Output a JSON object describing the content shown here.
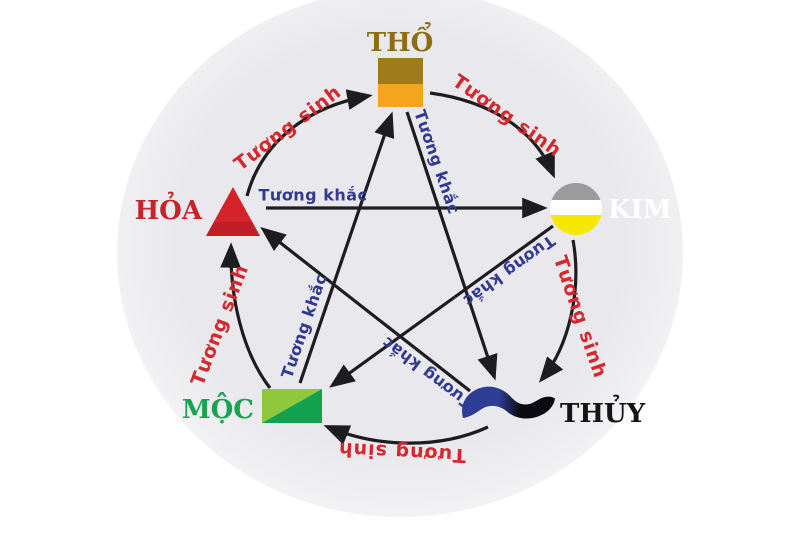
{
  "style": {
    "arrow_color": "#1d1d1f",
    "circle_center_color": "#e9e8ec",
    "circle_edge_color": "#f5f5f7"
  },
  "nodes": {
    "tho": {
      "label": "THỔ",
      "color": "#8e6c15",
      "icon": "earth-square-icon",
      "icon_colors": [
        "#a07b1c",
        "#f3a51d"
      ]
    },
    "kim": {
      "label": "KIM",
      "color": "#ffffff",
      "icon": "metal-circle-icon",
      "icon_colors": [
        "#9b9b9b",
        "#ffffff",
        "#f6e800"
      ]
    },
    "thuy": {
      "label": "THỦY",
      "color": "#141414",
      "icon": "water-wave-icon",
      "icon_colors": [
        "#2e3d96",
        "#0a0a10"
      ]
    },
    "moc": {
      "label": "MỘC",
      "color": "#1ba351",
      "icon": "wood-rect-icon",
      "icon_colors": [
        "#8fc73d",
        "#12a14e"
      ]
    },
    "hoa": {
      "label": "HỎA",
      "color": "#c8232a",
      "icon": "fire-triangle-icon",
      "icon_colors": [
        "#d42329",
        "#bf1f26"
      ]
    }
  },
  "cycles": {
    "sinh": {
      "label": "Tương sinh",
      "color": "#d3282e",
      "edges": [
        {
          "from": "HỎA",
          "to": "THỔ"
        },
        {
          "from": "THỔ",
          "to": "KIM"
        },
        {
          "from": "KIM",
          "to": "THỦY"
        },
        {
          "from": "THỦY",
          "to": "MỘC"
        },
        {
          "from": "MỘC",
          "to": "HỎA"
        }
      ]
    },
    "khac": {
      "label": "Tương khắc",
      "color": "#303a92",
      "edges": [
        {
          "from": "HỎA",
          "to": "KIM"
        },
        {
          "from": "THỔ",
          "to": "THỦY"
        },
        {
          "from": "THỦY",
          "to": "HỎA"
        },
        {
          "from": "MỘC",
          "to": "THỔ"
        },
        {
          "from": "KIM",
          "to": "MỘC"
        }
      ]
    }
  }
}
